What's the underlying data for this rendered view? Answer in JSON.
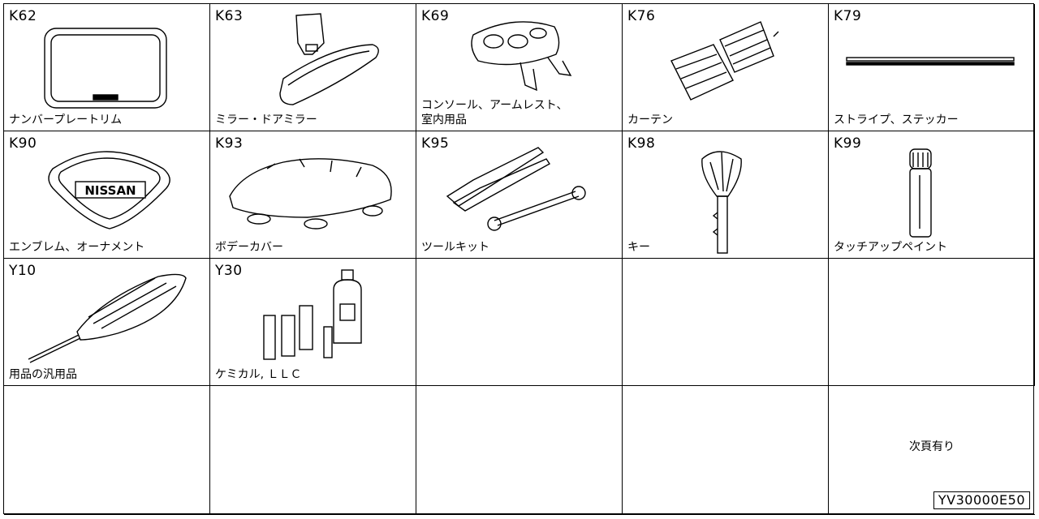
{
  "parts": [
    {
      "code": "K62",
      "label": "ナンバープレートリム",
      "icon": "plate-frame-icon"
    },
    {
      "code": "K63",
      "label": "ミラー・ドアミラー",
      "icon": "mirror-icon"
    },
    {
      "code": "K69",
      "label": "コンソール、アームレスト、\n室内用品",
      "icon": "console-icon"
    },
    {
      "code": "K76",
      "label": "カーテン",
      "icon": "curtain-icon"
    },
    {
      "code": "K79",
      "label": "ストライプ、ステッカー",
      "icon": "stripe-icon"
    },
    {
      "code": "K90",
      "label": "エンブレム、オーナメント",
      "icon": "emblem-icon",
      "emblem_text": "NISSAN"
    },
    {
      "code": "K93",
      "label": "ボデーカバー",
      "icon": "body-cover-icon"
    },
    {
      "code": "K95",
      "label": "ツールキット",
      "icon": "tool-kit-icon"
    },
    {
      "code": "K98",
      "label": "キー",
      "icon": "key-icon"
    },
    {
      "code": "K99",
      "label": "タッチアップペイント",
      "icon": "paint-bottle-icon"
    },
    {
      "code": "Y10",
      "label": "用品の汎用品",
      "icon": "duster-icon"
    },
    {
      "code": "Y30",
      "label": "ケミカル, ＬＬＣ",
      "icon": "chemical-bottles-icon"
    }
  ],
  "next_page_note": "次頁有り",
  "diagram_code": "YV30000E50"
}
